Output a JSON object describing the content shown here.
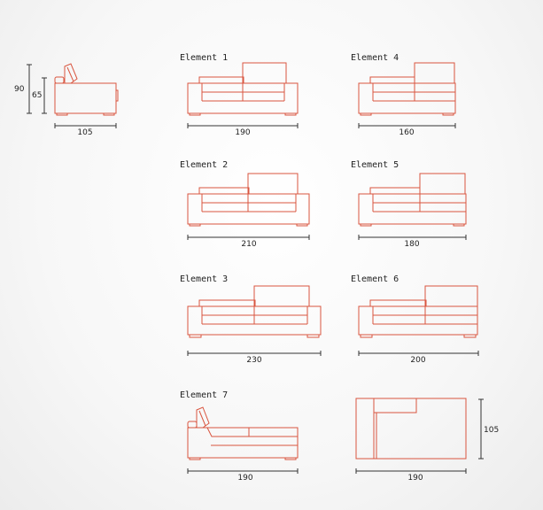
{
  "side_view": {
    "height_total": "90",
    "height_seat": "65",
    "depth": "105"
  },
  "elements": [
    {
      "label": "Element 1",
      "width": "190"
    },
    {
      "label": "Element 2",
      "width": "210"
    },
    {
      "label": "Element 3",
      "width": "230"
    },
    {
      "label": "Element 4",
      "width": "160"
    },
    {
      "label": "Element 5",
      "width": "180"
    },
    {
      "label": "Element 6",
      "width": "200"
    },
    {
      "label": "Element 7",
      "width": "190"
    }
  ],
  "top_view": {
    "width": "190",
    "depth": "105"
  },
  "colors": {
    "outline": "#d9553f",
    "dimension": "#333333"
  }
}
